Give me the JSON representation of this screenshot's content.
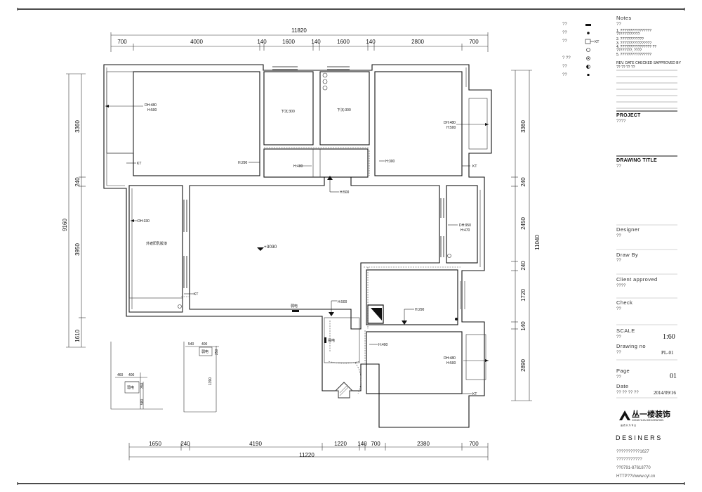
{
  "dimensions": {
    "top_total": "11820",
    "top": [
      "700",
      "4000",
      "140",
      "1600",
      "140",
      "1600",
      "140",
      "2800",
      "700"
    ],
    "bottom_total": "11220",
    "bottom": [
      "1650",
      "240",
      "4190",
      "1220",
      "140",
      "700",
      "2380",
      "700"
    ],
    "left_total": "9160",
    "left": [
      "3360",
      "240",
      "3950",
      "1610"
    ],
    "right_total": "11040",
    "right": [
      "3360",
      "240",
      "2450",
      "240",
      "1720",
      "140",
      "2890"
    ],
    "detail_a": [
      "460",
      "400",
      "350",
      "580"
    ],
    "detail_b": [
      "540",
      "400",
      "250",
      "1390"
    ]
  },
  "plan_labels": {
    "dh480_1": "DH:480",
    "h500_1": "H:500",
    "kt_1": "KT",
    "h290_1": "H:290",
    "xiachen_1": "下沉:300",
    "xiachen_2": "下沉:300",
    "h400_1": "H:400",
    "h300_1": "H:300",
    "dh480_2": "DH:480",
    "h500_2": "H:500",
    "kt_2": "KT",
    "h500_3": "H:500",
    "dh330": "DH:330",
    "laundry": "外遮阳乳胶漆",
    "elevation": "+3030",
    "dh950": "DH:950",
    "h470": "H:470",
    "kt_3": "KT",
    "h500_4": "H:500",
    "weak_1": "弱电",
    "h290_2": "H:290",
    "strong": "强电",
    "h400_2": "H:400",
    "dh480_3": "DH:480",
    "h500_5": "H:500",
    "kt_4": "KT",
    "detail_a_weak": "弱电",
    "detail_b_weak": "弱电"
  },
  "legend": [
    {
      "text": "??",
      "icon": "bar-symbol"
    },
    {
      "text": "??",
      "icon": "dot-symbol"
    },
    {
      "text": "??",
      "icon": "kt-box-symbol",
      "tag": "KT"
    },
    {
      "text": "?  ??",
      "icon": "circle-symbol"
    },
    {
      "text": "??",
      "icon": "half-circle-symbol"
    },
    {
      "text": "??",
      "icon": "small-square-symbol"
    }
  ],
  "title_block": {
    "notes_title": "Notes",
    "notes_sub": "??",
    "notes": [
      "1.   ????????????????",
      "      ????????????",
      "2.   ????????????",
      "3.   ????????????????",
      "4.   ???????????????? ??",
      "        ????????, ????",
      "5.   ????????????????"
    ],
    "rev_header": "REV. DATE CHECKED   SAPPROVED  BY",
    "rev_sub": "??        ??         ??              ??",
    "project_label": "PROJECT",
    "project_value": "????",
    "drawing_title_label": "DRAWING TITLE",
    "drawing_title_value": "??",
    "designer_label": "Designer",
    "designer_value": "??",
    "draw_by_label": "Draw By",
    "draw_by_value": "??",
    "client_label": "Client  approved",
    "client_value": "????",
    "check_label": "Check",
    "check_value": "??",
    "scale_label": "SCALE",
    "scale_q": "??",
    "scale_value": "1:60",
    "drawing_no_label": "Drawing   no",
    "drawing_no_q": "??",
    "drawing_no_value": "PL-01",
    "page_label": "Page",
    "page_q": "??",
    "page_value": "01",
    "date_label": "Date",
    "date_q": "??    ??    ??    ??",
    "date_value": "2014/09/16",
    "company_logo_text": "丛一楼装饰",
    "company_logo_en": "CONGYILOU DECORATION",
    "company_slogan": "品    质    只    为    专    业",
    "desiners": "DESINERS",
    "contact_1": "??????????1627",
    "contact_2": "???????????",
    "contact_3": "??0791-87618770",
    "contact_4": "HTTP??//www.cyl.cn"
  }
}
